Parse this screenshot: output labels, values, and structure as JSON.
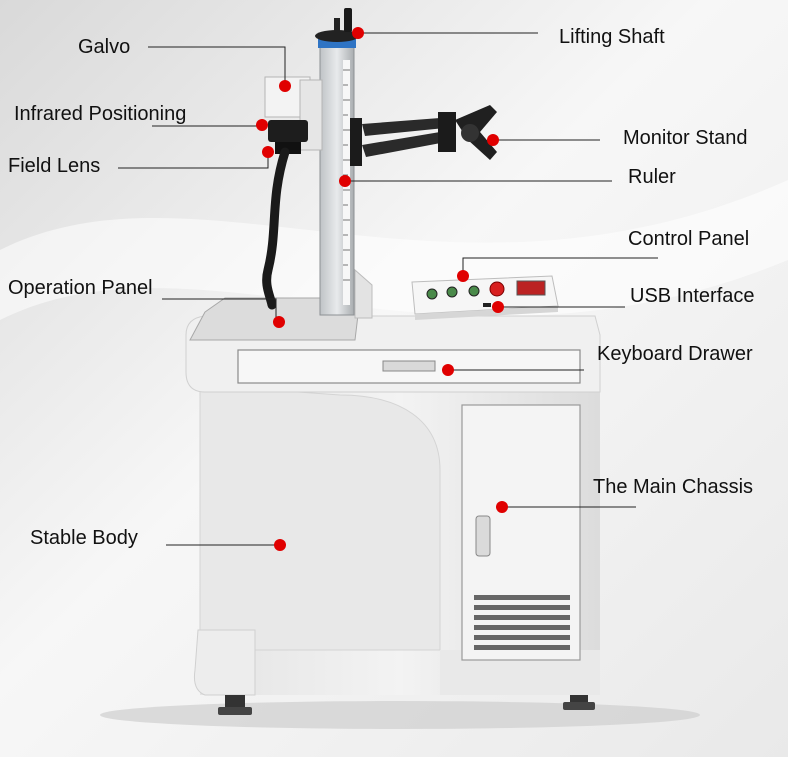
{
  "labels": {
    "galvo": "Galvo",
    "infrared_positioning": "Infrared Positioning",
    "field_lens": "Field Lens",
    "lifting_shaft": "Lifting Shaft",
    "monitor_stand": "Monitor Stand",
    "ruler": "Ruler",
    "control_panel": "Control Panel",
    "usb_interface": "USB Interface",
    "operation_panel": "Operation Panel",
    "keyboard_drawer": "Keyboard Drawer",
    "main_chassis": "The Main Chassis",
    "stable_body": "Stable Body"
  },
  "colors": {
    "marker": "#e00000",
    "machine_body": "#ececec",
    "background": "#f2f2f2"
  }
}
